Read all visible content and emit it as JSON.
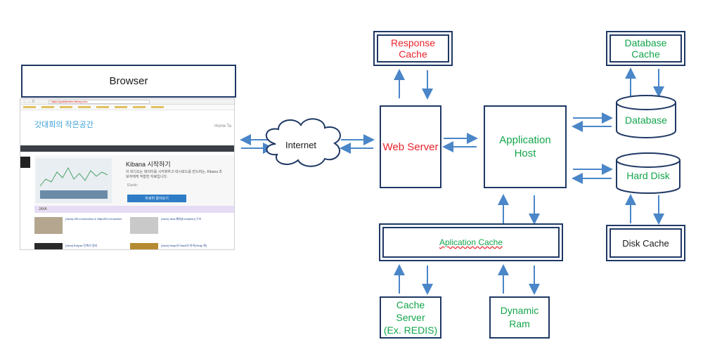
{
  "nodes": {
    "browser": "Browser",
    "internet": "Internet",
    "response_cache": "Response Cache",
    "database_cache": "Database Cache",
    "web_server": "Web Server",
    "application_host": "Application\nHost",
    "database": "Database",
    "hard_disk": "Hard Disk",
    "application_cache": "Aplication Cache",
    "disk_cache": "Disk Cache",
    "cache_server": "Cache\nServer\n(Ex. REDIS)",
    "dynamic_ram": "Dynamic\nRam"
  },
  "colors": {
    "border": "#1f3864",
    "arrow": "#4a86c8",
    "green_text": "#13a54b",
    "red_text": "#e8232b"
  },
  "screenshot": {
    "url": "https://goddaehee.tistory.com",
    "blog_title": "갓대희의 작은공간",
    "blog_subtitle": "",
    "nav": "Home  Ta",
    "ad_title": "Kibana 시작하기",
    "ad_text": "이 비디오는 데이터를 시각화하고 대시보드를 만드려는, Kibana 초보자에게 적합한 자료입니다.",
    "ad_source": "Elastic",
    "ad_button": "자세히 알아보기",
    "section": "JAVA",
    "article_1": "[Java] URLConnection & HttpURLConnection",
    "article_2": "[Java] Java 예외(Exception) 구조",
    "article_3": "[Java] Eclipse 단축키 정리",
    "article_4": "[Java] Heap과 Stack의 차이(Heap 편)"
  }
}
